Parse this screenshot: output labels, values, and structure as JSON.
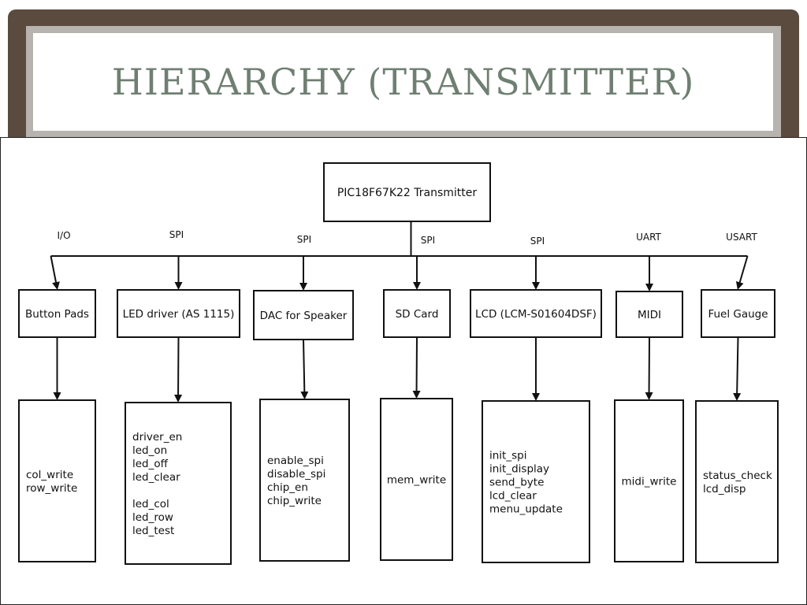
{
  "slide": {
    "title": "HIERARCHY (TRANSMITTER)"
  },
  "diagram": {
    "root": {
      "label": "PIC18F67K22 Transmitter"
    },
    "modules": [
      {
        "id": "button-pads",
        "interface": "I/O",
        "label": "Button Pads",
        "functions": [
          "col_write",
          "row_write"
        ]
      },
      {
        "id": "led-driver",
        "interface": "SPI",
        "label": "LED driver (AS 1115)",
        "functions": [
          "driver_en",
          "led_on",
          "led_off",
          "led_clear",
          "",
          "led_col",
          "led_row",
          "led_test"
        ]
      },
      {
        "id": "dac-speaker",
        "interface": "SPI",
        "label": "DAC for Speaker",
        "functions": [
          "enable_spi",
          "disable_spi",
          "chip_en",
          "chip_write"
        ]
      },
      {
        "id": "sd-card",
        "interface": "SPI",
        "label": "SD Card",
        "functions": [
          "mem_write"
        ]
      },
      {
        "id": "lcd",
        "interface": "SPI",
        "label": "LCD (LCM-S01604DSF)",
        "functions": [
          "init_spi",
          "init_display",
          "send_byte",
          "lcd_clear",
          "menu_update"
        ]
      },
      {
        "id": "midi",
        "interface": "UART",
        "label": "MIDI",
        "functions": [
          "midi_write"
        ]
      },
      {
        "id": "fuel-gauge",
        "interface": "USART",
        "label": "Fuel Gauge",
        "functions": [
          "status_check",
          "lcd_disp"
        ]
      }
    ]
  }
}
